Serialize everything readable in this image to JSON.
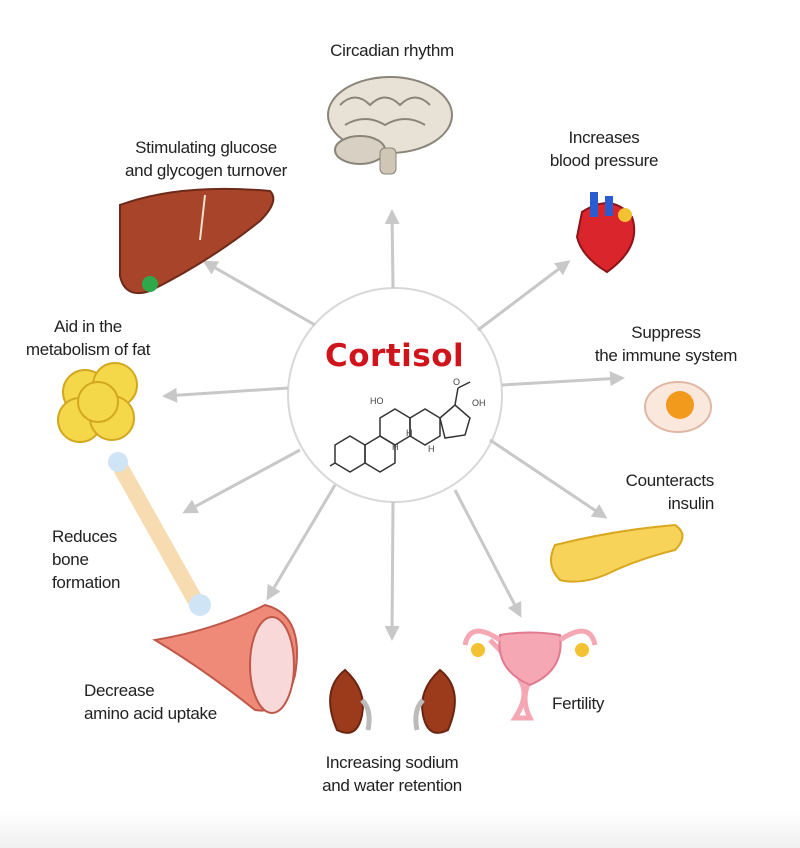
{
  "center": {
    "title": "Cortisol",
    "molecule_labels": {
      "ho": "HO",
      "oh": "OH",
      "h1": "H",
      "h2": "H",
      "h3": "H",
      "o": "O"
    }
  },
  "effects": {
    "circadian": [
      "Circadian rhythm"
    ],
    "glucose": [
      "Stimulating glucose",
      "and glycogen turnover"
    ],
    "blood_pressure": [
      "Increases",
      "blood pressure"
    ],
    "fat": [
      "Aid in the",
      "metabolism of fat"
    ],
    "immune": [
      "Suppress",
      "the immune system"
    ],
    "insulin": [
      "Counteracts",
      "insulin"
    ],
    "bone": [
      "Reduces",
      "bone",
      "formation"
    ],
    "amino": [
      "Decrease",
      "amino acid uptake"
    ],
    "fertility": [
      "Fertility"
    ],
    "sodium": [
      "Increasing sodium",
      "and water retention"
    ]
  },
  "colors": {
    "title": "#d0141b",
    "arrow": "#c8c8c8",
    "liver": "#a8442a",
    "heart": "#d9252b",
    "fat": "#f5d84a",
    "bone": "#f6dcb0",
    "pancreas": "#f7d35a",
    "kidney": "#9c3b1c",
    "uterus": "#f5a8b4"
  }
}
